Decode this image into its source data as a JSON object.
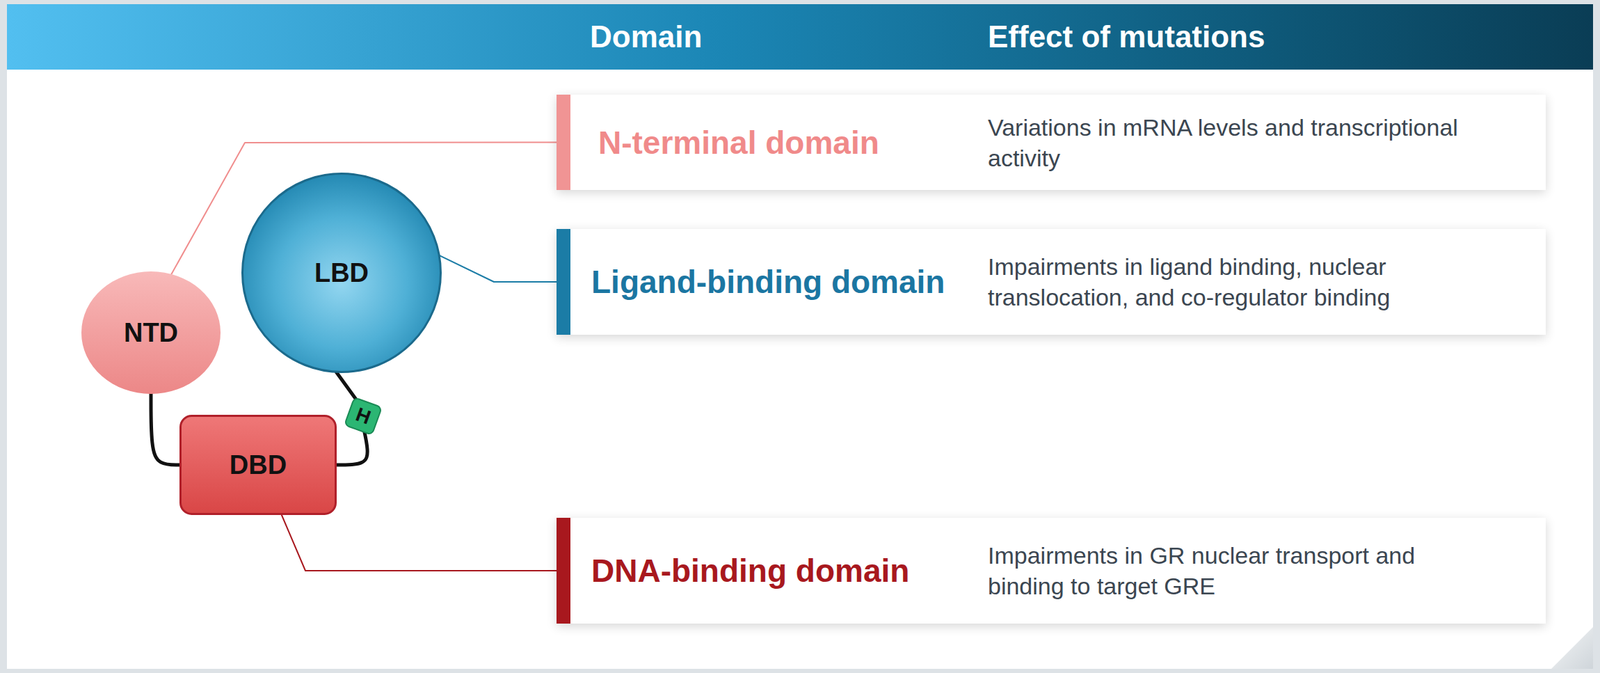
{
  "diagram": {
    "nodes": [
      {
        "text": [
          "NTD"
        ]
      },
      {
        "text": [
          "LBD"
        ]
      },
      {
        "text": [
          "H"
        ]
      },
      {
        "text": [
          "DBD"
        ]
      },
      {
        "text": [
          "N-terminal domain",
          "Variations in mRNA levels and transcriptional activity"
        ]
      },
      {
        "text": [
          "Ligand-binding domain",
          "Impairments in ligand binding, nuclear translocation, and co-regulator binding"
        ]
      },
      {
        "text": [
          "DNA-binding domain",
          "Impairments in GR nuclear transport and binding to target GRE"
        ]
      }
    ],
    "edges": [
      {
        "from": 0,
        "to": 3,
        "arrow": "none"
      },
      {
        "from": 3,
        "to": 2,
        "arrow": "none"
      },
      {
        "from": 2,
        "to": 1,
        "arrow": "none"
      },
      {
        "from": 0,
        "to": 4,
        "arrow": "none"
      },
      {
        "from": 1,
        "to": 5,
        "arrow": "none"
      },
      {
        "from": 3,
        "to": 6,
        "arrow": "none"
      }
    ],
    "labels": [
      "Domain",
      "Effect of mutations"
    ]
  }
}
